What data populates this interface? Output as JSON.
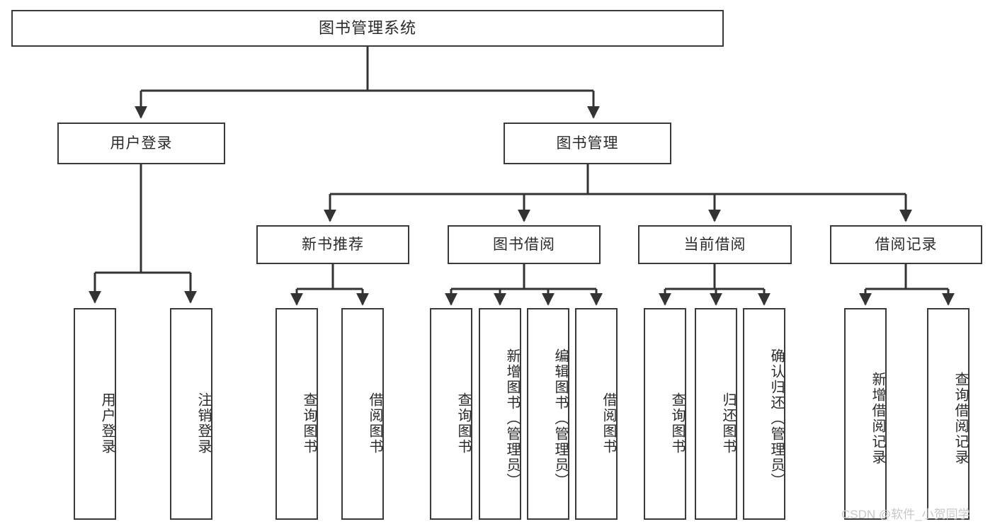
{
  "diagram": {
    "type": "tree-hierarchy-chart",
    "title": "图书管理系统",
    "orientation": "top-down",
    "box_fill": "#ffffff",
    "box_border": "#3a3a3a",
    "text_color": "#2b2b2b",
    "connector_color": "#333333",
    "background": "#ffffff"
  },
  "nodes": {
    "root": {
      "label": "图书管理系统",
      "level": 1
    },
    "level2": [
      {
        "id": "user-login",
        "label": "用户登录"
      },
      {
        "id": "book-management",
        "label": "图书管理"
      }
    ],
    "level3": [
      {
        "id": "new-book-recommend",
        "label": "新书推荐",
        "parent": "book-management"
      },
      {
        "id": "book-borrow",
        "label": "图书借阅",
        "parent": "book-management"
      },
      {
        "id": "current-borrow",
        "label": "当前借阅",
        "parent": "book-management"
      },
      {
        "id": "borrow-record",
        "label": "借阅记录",
        "parent": "book-management"
      }
    ],
    "leaves": {
      "user_login": [
        {
          "id": "leaf-user-login",
          "label": "用户登录"
        },
        {
          "id": "leaf-logout-login",
          "label": "注销登录"
        }
      ],
      "new_book_recommend": [
        {
          "id": "leaf-query-book-1",
          "label": "查询图书"
        },
        {
          "id": "leaf-borrow-book-1",
          "label": "借阅图书"
        }
      ],
      "book_borrow": [
        {
          "id": "leaf-query-book-2",
          "label": "查询图书"
        },
        {
          "id": "leaf-add-book",
          "label": "新增图书（管理员）"
        },
        {
          "id": "leaf-edit-book",
          "label": "编辑图书（管理员）"
        },
        {
          "id": "leaf-borrow-book-2",
          "label": "借阅图书"
        }
      ],
      "current_borrow": [
        {
          "id": "leaf-query-book-3",
          "label": "查询图书"
        },
        {
          "id": "leaf-return-book",
          "label": "归还图书"
        },
        {
          "id": "leaf-confirm-return",
          "label": "确认归还（管理员）"
        }
      ],
      "borrow_record": [
        {
          "id": "leaf-add-record",
          "label": "新增借阅记录"
        },
        {
          "id": "leaf-query-record",
          "label": "查询借阅记录"
        }
      ]
    }
  },
  "watermark": {
    "text": "CSDN @软件_小贺同学",
    "color": "#c8c8c8"
  }
}
